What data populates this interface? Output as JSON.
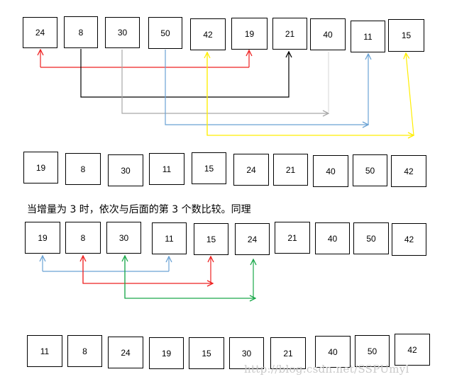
{
  "rows": [
    {
      "name": "row-initial",
      "values": [
        "24",
        "8",
        "30",
        "50",
        "42",
        "19",
        "21",
        "40",
        "11",
        "15"
      ]
    },
    {
      "name": "row-after-gap-5",
      "values": [
        "19",
        "8",
        "30",
        "11",
        "15",
        "24",
        "21",
        "40",
        "50",
        "42"
      ]
    },
    {
      "name": "row-gap-3-compare",
      "values": [
        "19",
        "8",
        "30",
        "11",
        "15",
        "24",
        "21",
        "40",
        "50",
        "42"
      ]
    },
    {
      "name": "row-after-gap-3",
      "values": [
        "11",
        "8",
        "24",
        "19",
        "15",
        "30",
        "21",
        "40",
        "50",
        "42"
      ]
    }
  ],
  "caption": "当增量为 3 时，依次与后面的第 3 个数比较。同理",
  "watermark": "http://blog.csdn.net/SSPUmyl",
  "arrow_colors": {
    "red": "#ee2222",
    "black": "#000000",
    "gray": "#a8a8a8",
    "blue": "#6aa2d4",
    "yellow": "#ffee00",
    "green": "#1aa84a"
  }
}
